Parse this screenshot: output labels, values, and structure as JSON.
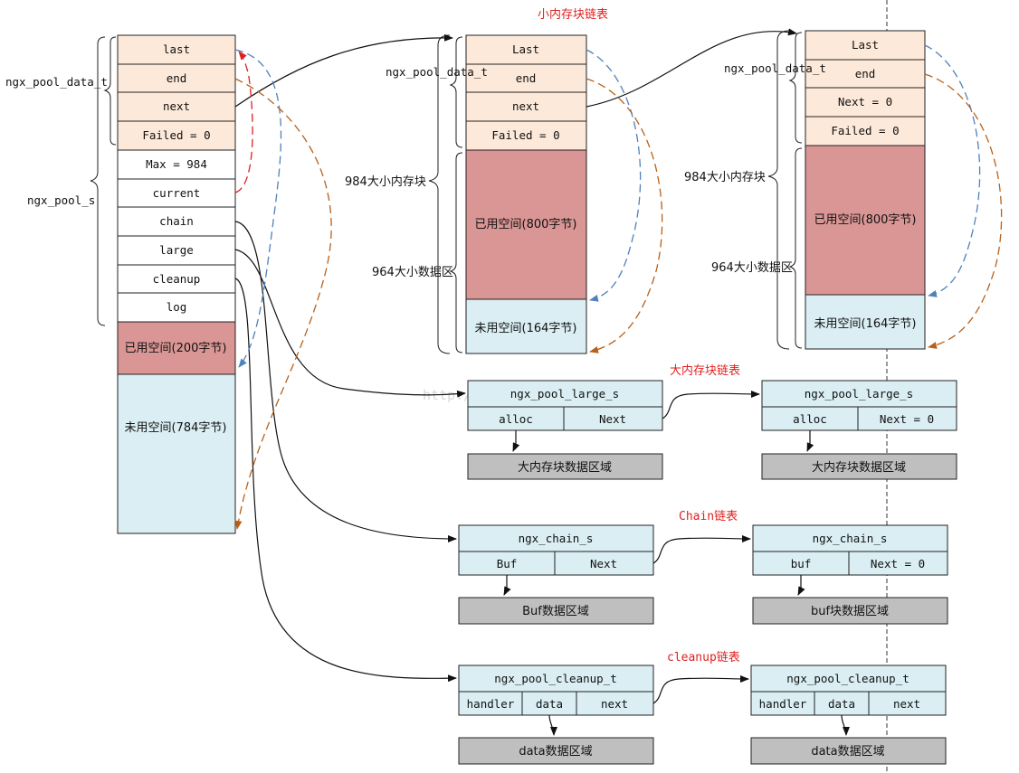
{
  "titles": {
    "small_chain": "小内存块链表",
    "large_chain": "大内存块链表",
    "chain_list": "Chain链表",
    "cleanup_list": "cleanup链表"
  },
  "watermark": "http://blog.csdn.net/",
  "pool_s": {
    "label_data_t": "ngx_pool_data_t",
    "label_pool_s": "ngx_pool_s",
    "data_fields": [
      "last",
      "end",
      "next",
      "Failed = 0"
    ],
    "pool_fields": [
      "Max = 984",
      "current",
      "chain",
      "large",
      "cleanup",
      "log"
    ],
    "used": "已用空间(200字节)",
    "unused": "未用空间(784字节)"
  },
  "blocks": [
    {
      "label_data_t": "ngx_pool_data_t",
      "label_small": "984大小内存块",
      "label_data_area": "964大小数据区",
      "fields": [
        "Last",
        "end",
        "next",
        "Failed = 0"
      ],
      "used": "已用空间(800字节)",
      "unused": "未用空间(164字节)"
    },
    {
      "label_data_t": "ngx_pool_data_t",
      "label_small": "984大小内存块",
      "label_data_area": "964大小数据区",
      "fields": [
        "Last",
        "end",
        "Next = 0",
        "Failed = 0"
      ],
      "used": "已用空间(800字节)",
      "unused": "未用空间(164字节)"
    }
  ],
  "large_nodes": [
    {
      "title": "ngx_pool_large_s",
      "cells": [
        "alloc",
        "Next"
      ],
      "data": "大内存块数据区域"
    },
    {
      "title": "ngx_pool_large_s",
      "cells": [
        "alloc",
        "Next = 0"
      ],
      "data": "大内存块数据区域"
    }
  ],
  "chain_nodes": [
    {
      "title": "ngx_chain_s",
      "cells": [
        "Buf",
        "Next"
      ],
      "data": "Buf数据区域"
    },
    {
      "title": "ngx_chain_s",
      "cells": [
        "buf",
        "Next = 0"
      ],
      "data": "buf块数据区域"
    }
  ],
  "cleanup_nodes": [
    {
      "title": "ngx_pool_cleanup_t",
      "cells": [
        "handler",
        "data",
        "next"
      ],
      "data": "data数据区域"
    },
    {
      "title": "ngx_pool_cleanup_t",
      "cells": [
        "handler",
        "data",
        "next"
      ],
      "data": "data数据区域"
    }
  ],
  "colors": {
    "header_fill": "#fde9d9",
    "used_fill": "#d99694",
    "unused_fill": "#daeef3",
    "node_fill": "#daeef3",
    "data_fill": "#bfbfbf",
    "title_red": "#e02020",
    "blue_arrow": "#4f81bd",
    "orange_arrow": "#c0504d",
    "brown_arrow": "#b8601a"
  }
}
